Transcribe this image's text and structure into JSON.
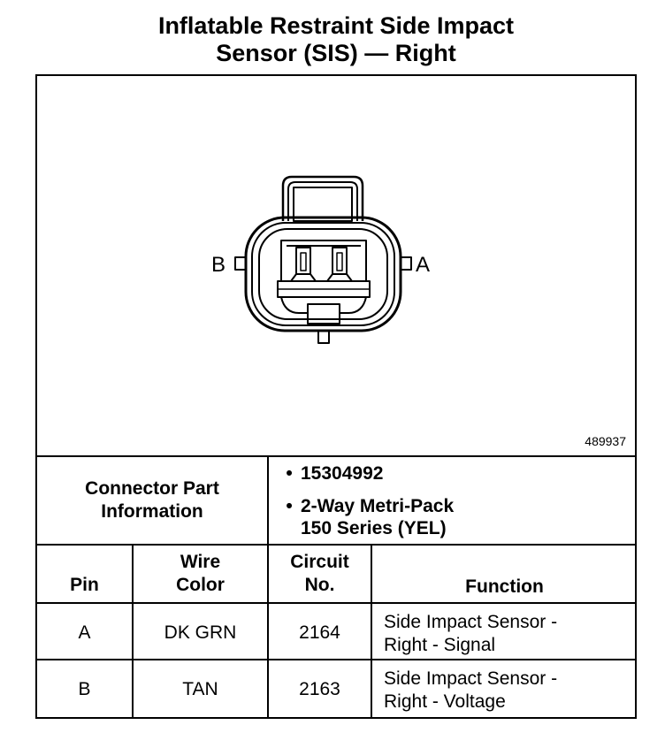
{
  "title": {
    "line1": "Inflatable Restraint Side Impact",
    "line2": "Sensor (SIS) — Right"
  },
  "diagram": {
    "pin_left_label": "B",
    "pin_right_label": "A",
    "figure_id": "489937"
  },
  "connector_info": {
    "label_line1": "Connector Part",
    "label_line2": "Information",
    "items": [
      {
        "bullet": "•",
        "line1": "15304992",
        "line2": ""
      },
      {
        "bullet": "•",
        "line1": "2-Way Metri-Pack",
        "line2": "150 Series (YEL)"
      }
    ]
  },
  "pin_table": {
    "headers": {
      "pin": "Pin",
      "wire_color_line1": "Wire",
      "wire_color_line2": "Color",
      "circuit_line1": "Circuit",
      "circuit_line2": "No.",
      "function": "Function"
    },
    "rows": [
      {
        "pin": "A",
        "wire_color": "DK GRN",
        "circuit": "2164",
        "function_line1": "Side Impact Sensor -",
        "function_line2": "Right - Signal"
      },
      {
        "pin": "B",
        "wire_color": "TAN",
        "circuit": "2163",
        "function_line1": "Side Impact Sensor -",
        "function_line2": "Right - Voltage"
      }
    ]
  }
}
